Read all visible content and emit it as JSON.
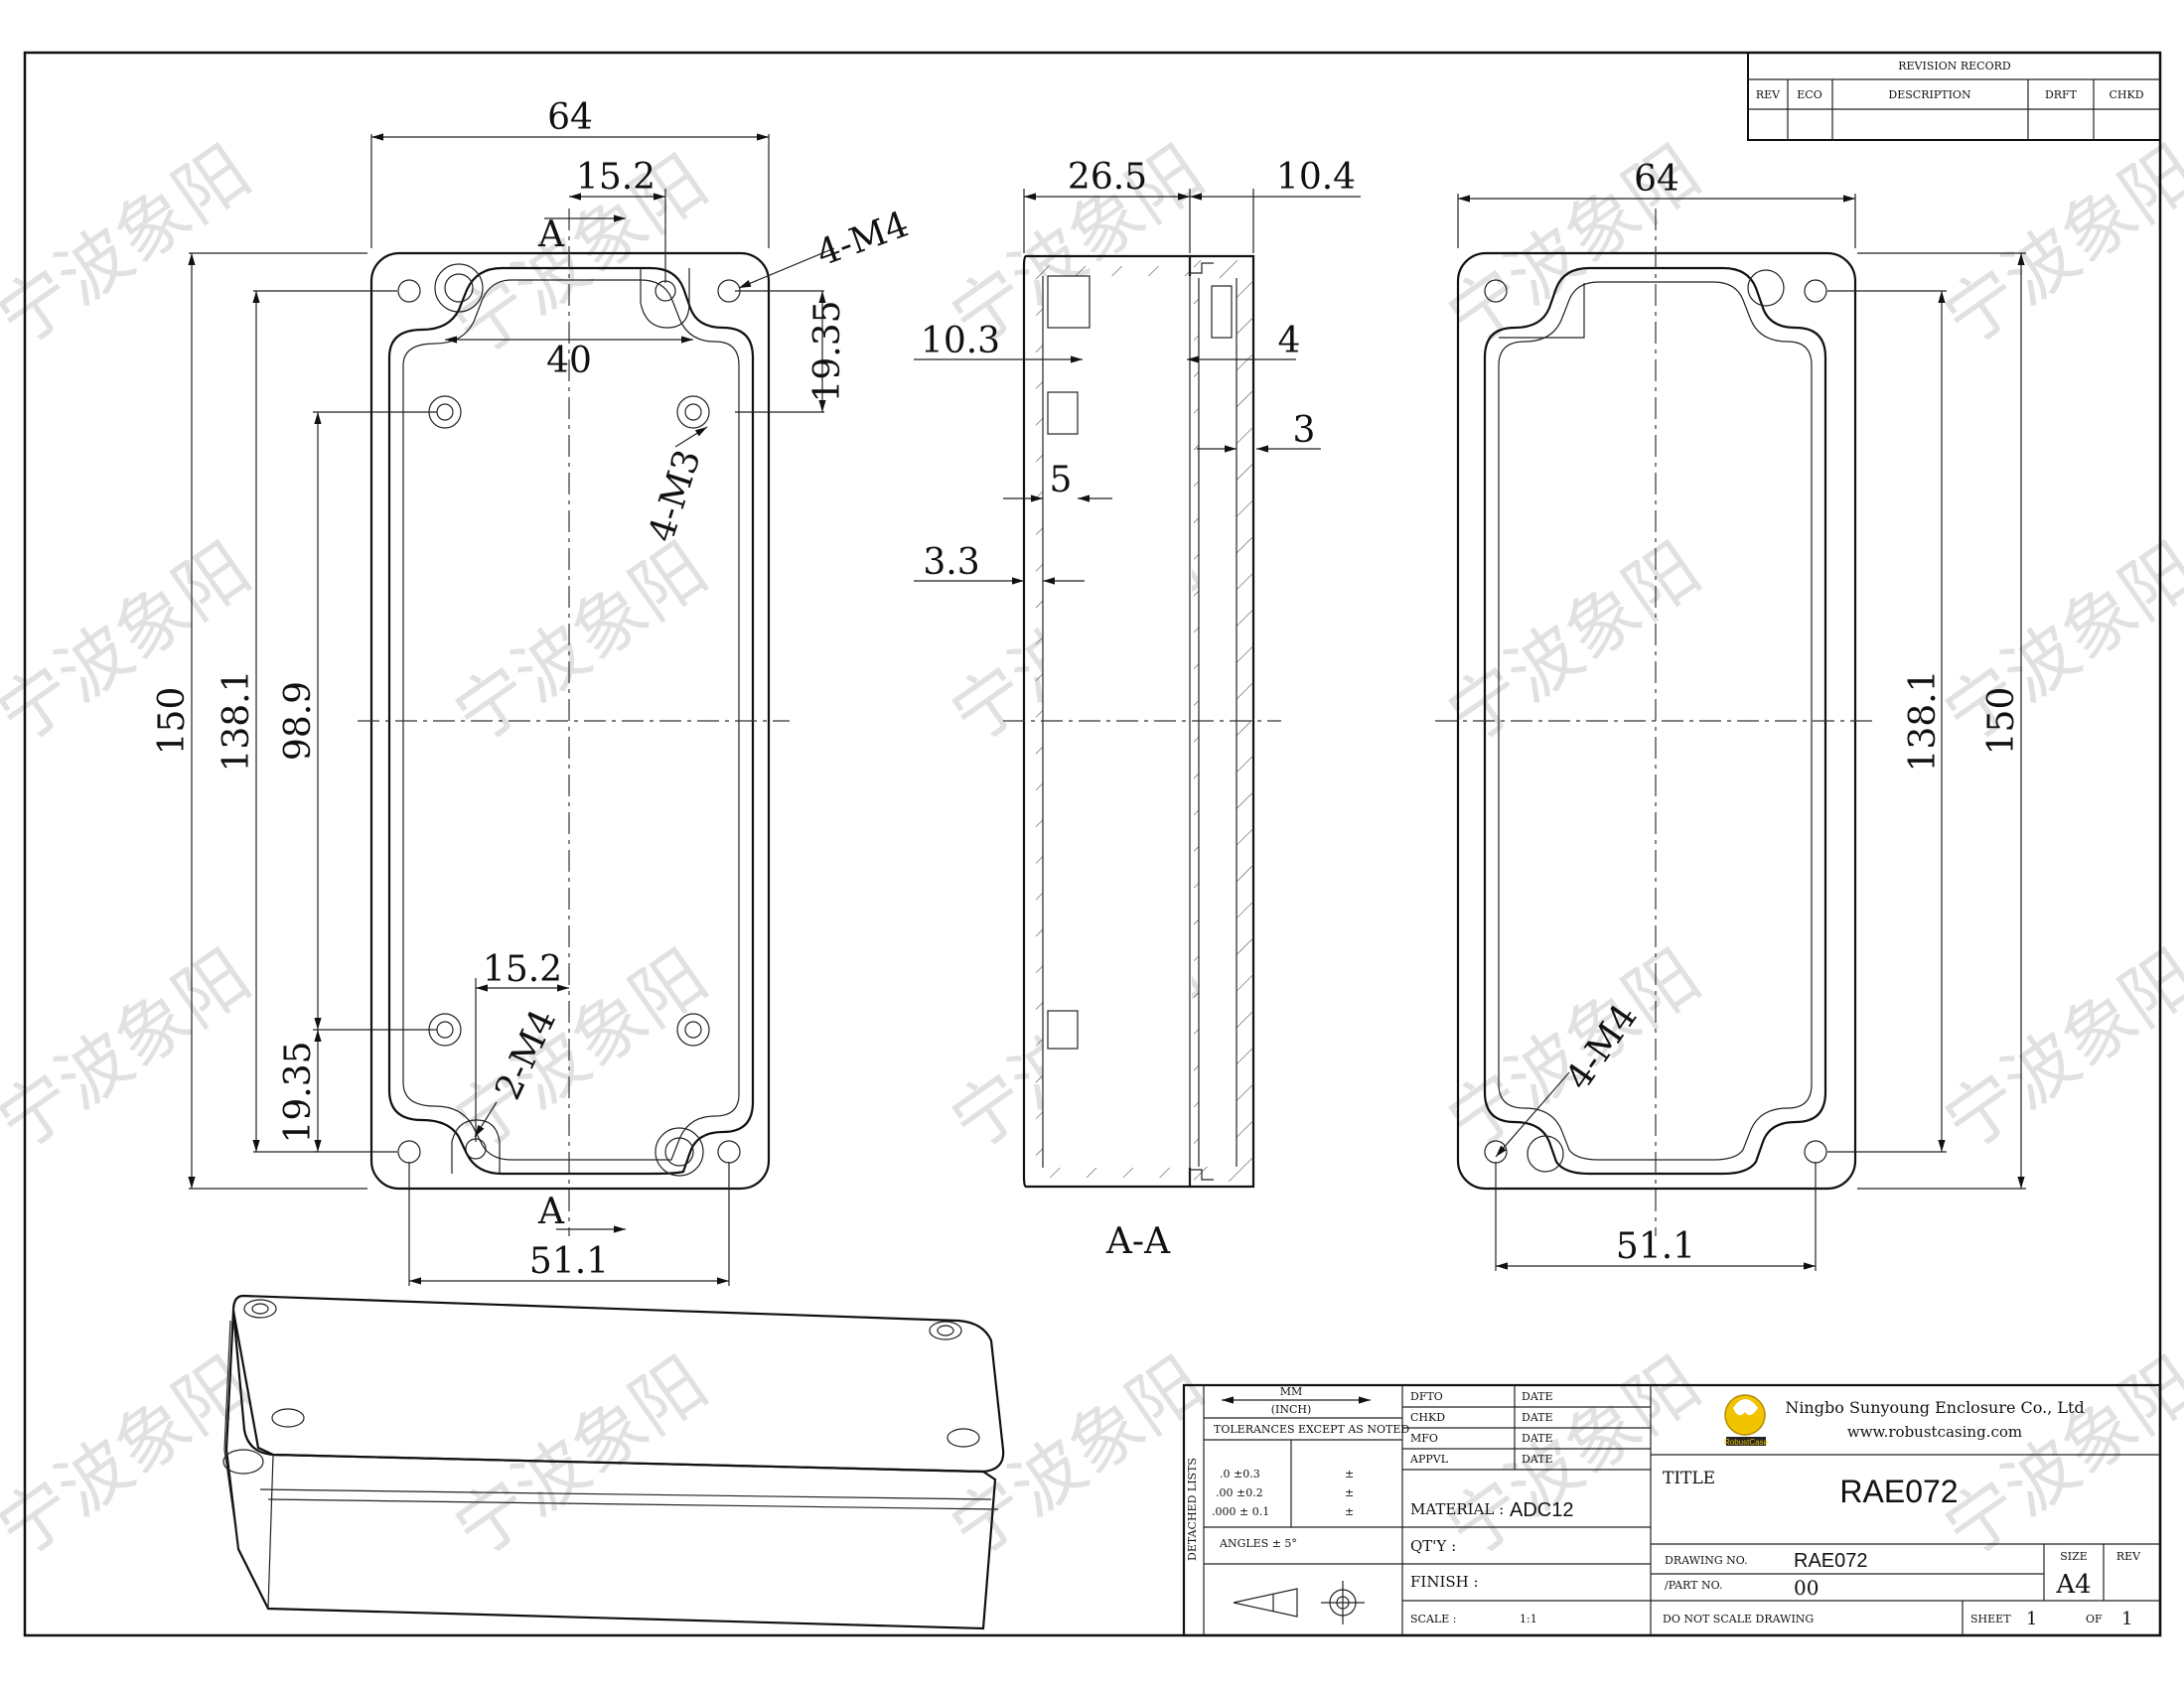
{
  "watermark_text": "宁波象阳",
  "revision_record": {
    "title": "REVISION RECORD",
    "columns": [
      "REV",
      "ECO",
      "DESCRIPTION",
      "DRFT",
      "CHKD"
    ]
  },
  "front_view": {
    "width_64": "64",
    "offset_15_2_top": "15.2",
    "offset_15_2_bottom": "15.2",
    "pitch_40": "40",
    "height_150": "150",
    "height_138_1": "138.1",
    "height_98_9": "98.9",
    "edge_19_35_top": "19.35",
    "edge_19_35_bottom": "19.35",
    "width_51_1": "51.1",
    "label_4_m4": "4-M4",
    "label_4_m3": "4-M3",
    "label_2_m4": "2-M4",
    "section_a_top": "A",
    "section_a_bottom": "A"
  },
  "section_view": {
    "label": "A-A",
    "dim_26_5": "26.5",
    "dim_10_4": "10.4",
    "dim_10_3": "10.3",
    "dim_4": "4",
    "dim_3": "3",
    "dim_5": "5",
    "dim_3_3": "3.3"
  },
  "rear_view": {
    "width_64": "64",
    "height_138_1": "138.1",
    "height_150": "150",
    "width_51_1": "51.1",
    "label_4_m4": "4-M4"
  },
  "title_block": {
    "unit_mm": "MM",
    "unit_inch": "(INCH)",
    "tolerances_title": "TOLERANCES EXCEPT AS NOTED",
    "tol_1": ".0 ±0.3",
    "tol_2": ".00 ±0.2",
    "tol_3": ".000 ± 0.1",
    "pm": "±",
    "angles": "ANGLES ± 5°",
    "detached_lists": "DETACHED LISTS",
    "dfto": "DFTO",
    "chkd": "CHKD",
    "mfo": "MFO",
    "appvl": "APPVL",
    "date": "DATE",
    "material_label": "MATERIAL :",
    "material_value": "ADC12",
    "qty_label": "QT'Y :",
    "finish_label": "FINISH :",
    "scale_label": "SCALE :",
    "scale_value": "1:1",
    "company_name": "Ningbo Sunyoung Enclosure Co., Ltd",
    "company_url": "www.robustcasing.com",
    "logo_text": "RobustCase",
    "title_label": "TITLE",
    "title_value": "RAE072",
    "drawing_no_label": "DRAWING NO.",
    "drawing_no_value": "RAE072",
    "part_no_label": "/PART NO.",
    "part_no_value": "00",
    "size_label": "SIZE",
    "size_value": "A4",
    "rev_label": "REV",
    "do_not_scale": "DO NOT SCALE DRAWING",
    "sheet_label": "SHEET",
    "sheet_value": "1",
    "of_label": "OF",
    "of_value": "1"
  }
}
